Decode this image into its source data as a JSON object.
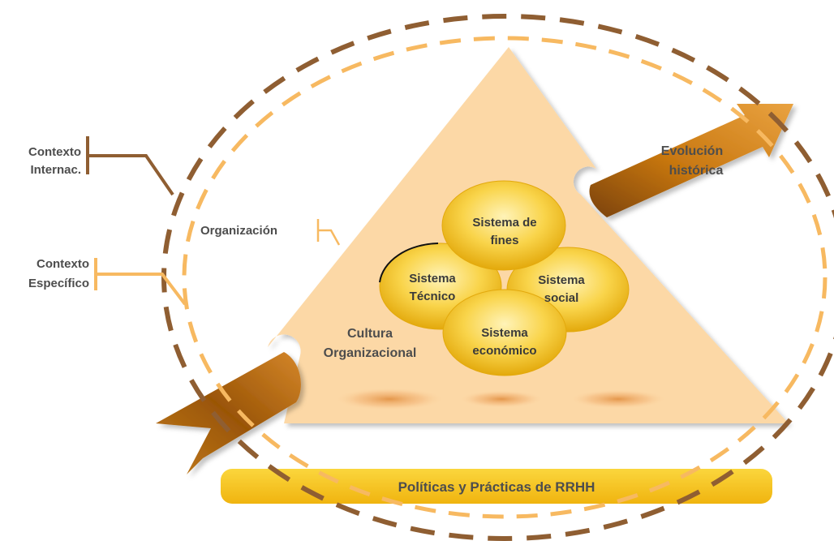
{
  "labels": {
    "contexto_internac_line1": "Contexto",
    "contexto_internac_line2": "Internac.",
    "contexto_especifico_line1": "Contexto",
    "contexto_especifico_line2": "Específico",
    "organizacion": "Organización",
    "cultura_line1": "Cultura",
    "cultura_line2": "Organizacional",
    "evolucion_line1": "Evolución",
    "evolucion_line2": "histórica",
    "politicas": "Políticas y Prácticas de RRHH"
  },
  "systems": {
    "fines_line1": "Sistema de",
    "fines_line2": "fines",
    "tecnico_line1": "Sistema",
    "tecnico_line2": "Técnico",
    "social_line1": "Sistema",
    "social_line2": "social",
    "economico_line1": "Sistema",
    "economico_line2": "económico"
  },
  "colors": {
    "outer_dash": "#8f5e32",
    "inner_dash": "#f7b961",
    "triangle_fill": "#fcd8a6",
    "arrow_dark": "#9a5506",
    "arrow_light": "#d98a1a",
    "bubble_fill": "#f6c21c",
    "bubble_highlight": "#fff3b0",
    "bar_fill": "#f7c71d",
    "text": "#4d4d4d",
    "text_dark": "#2f2f2f"
  }
}
